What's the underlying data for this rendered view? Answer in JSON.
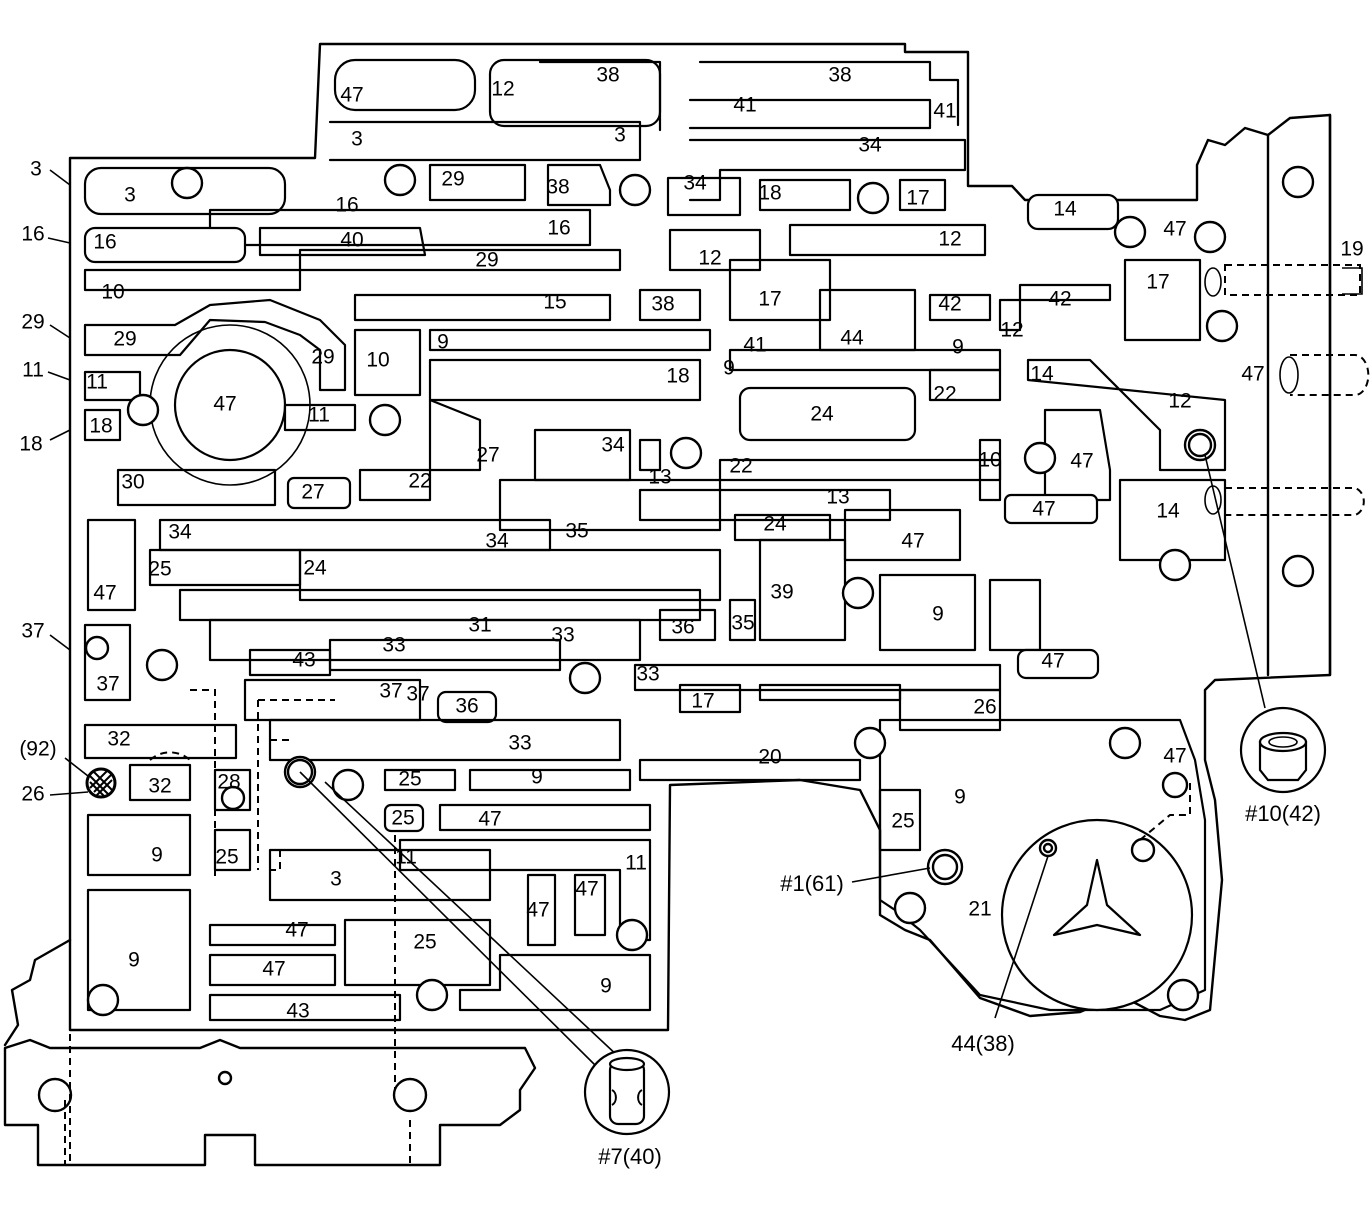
{
  "side_labels": [
    "3",
    "16",
    "29",
    "11",
    "18",
    "37",
    "(92)",
    "26"
  ],
  "passage_labels": [
    "47",
    "12",
    "38",
    "38",
    "41",
    "41",
    "3",
    "3",
    "34",
    "3",
    "29",
    "38",
    "34",
    "18",
    "17",
    "14",
    "47",
    "16",
    "16",
    "40",
    "12",
    "12",
    "16",
    "29",
    "10",
    "15",
    "38",
    "17",
    "42",
    "42",
    "19",
    "17",
    "29",
    "29",
    "10",
    "9",
    "41",
    "44",
    "9",
    "12",
    "47",
    "11",
    "47",
    "11",
    "18",
    "9",
    "24",
    "22",
    "14",
    "12",
    "18",
    "34",
    "27",
    "13",
    "22",
    "10",
    "47",
    "30",
    "27",
    "22",
    "13",
    "14",
    "34",
    "34",
    "35",
    "24",
    "47",
    "47",
    "25",
    "24",
    "47",
    "39",
    "9",
    "31",
    "33",
    "36",
    "35",
    "37",
    "43",
    "33",
    "47",
    "37",
    "37",
    "36",
    "17",
    "33",
    "26",
    "32",
    "33",
    "47",
    "32",
    "28",
    "25",
    "9",
    "20",
    "9",
    "25",
    "25",
    "25",
    "11",
    "11",
    "3",
    "47",
    "47",
    "21",
    "9",
    "47",
    "25",
    "47",
    "9",
    "9",
    "47",
    "43"
  ],
  "callouts": {
    "check_ball_1": "#1(61)",
    "check_ball_7": "#7(40)",
    "check_ball_10": "#10(42)",
    "orifice_44": "44(38)"
  }
}
